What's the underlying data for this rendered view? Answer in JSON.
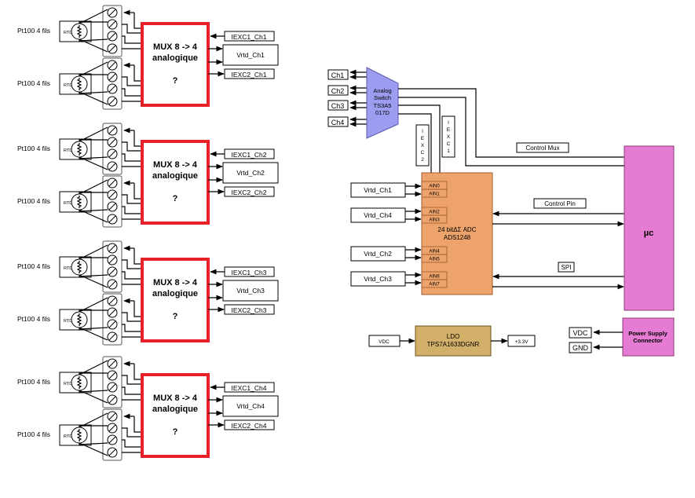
{
  "mux_groups": [
    {
      "sensor_top": "Pt100 4 fils",
      "sensor_bottom": "Pt100 4 fils",
      "rtd_label": "RTD",
      "mux_line1": "MUX 8 -> 4",
      "mux_line2": "analogique",
      "mux_line3": "?",
      "iexc1": "IEXC1_Ch1",
      "vrtd": "Vrtd_Ch1",
      "iexc2": "IEXC2_Ch1"
    },
    {
      "sensor_top": "Pt100 4 fils",
      "sensor_bottom": "Pt100 4 fils",
      "rtd_label": "RTD",
      "mux_line1": "MUX 8 -> 4",
      "mux_line2": "analogique",
      "mux_line3": "?",
      "iexc1": "IEXC1_Ch2",
      "vrtd": "Vrtd_Ch2",
      "iexc2": "IEXC2_Ch2"
    },
    {
      "sensor_top": "Pt100 4 fils",
      "sensor_bottom": "Pt100 4 fils",
      "rtd_label": "RTD",
      "mux_line1": "MUX 8 -> 4",
      "mux_line2": "analogique",
      "mux_line3": "?",
      "iexc1": "IEXC1_Ch3",
      "vrtd": "Vrtd_Ch3",
      "iexc2": "IEXC2_Ch3"
    },
    {
      "sensor_top": "Pt100 4 fils",
      "sensor_bottom": "Pt100 4 fils",
      "rtd_label": "RTD",
      "mux_line1": "MUX 8 -> 4",
      "mux_line2": "analogique",
      "mux_line3": "?",
      "iexc1": "IEXC1_Ch4",
      "vrtd": "Vrtd_Ch4",
      "iexc2": "IEXC2_Ch4"
    }
  ],
  "analog_switch": {
    "lines": [
      "Analog",
      "Switch",
      "TS3A5",
      "017D"
    ],
    "channels": [
      "Ch1",
      "Ch2",
      "Ch3",
      "Ch4"
    ],
    "iexc1_label": [
      "I",
      "E",
      "X",
      "C",
      "1"
    ],
    "iexc2_label": [
      "I",
      "E",
      "X",
      "C",
      "2"
    ]
  },
  "adc": {
    "line1": "24 bitΔΣ ADC",
    "line2": "ADS1248",
    "pins": [
      "AIN0",
      "AIN1",
      "AIN2",
      "AIN3",
      "AIN4",
      "AIN5",
      "AIN6",
      "AIN7"
    ],
    "inputs": [
      "Vrtd_Ch1",
      "Vrtd_Ch4",
      "Vrtd_Ch2",
      "Vrtd_Ch3"
    ]
  },
  "signals": {
    "control_mux": "Control Mux",
    "control_pin": "Control Pin",
    "spi": "SPI"
  },
  "mcu": {
    "label": "µc"
  },
  "ldo": {
    "line1": "LDO",
    "line2": "TPS7A1633DGNR",
    "input": "VDC",
    "output": "+3.3V"
  },
  "power_supply": {
    "line1": "Power Supply",
    "line2": "Connector",
    "out_vdc": "VDC",
    "out_gnd": "GND"
  },
  "colors": {
    "mux_border": "#e8202a",
    "analog_switch": "#9c9cf0",
    "adc": "#eea36c",
    "mcu": "#e57bd3",
    "ldo": "#d2b069"
  }
}
